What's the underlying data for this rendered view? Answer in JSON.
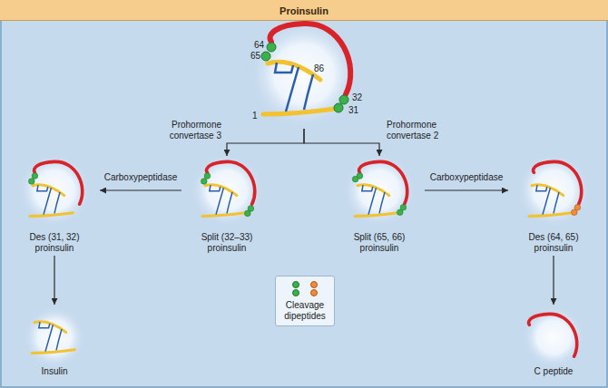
{
  "diagram": {
    "title": "Proinsulin",
    "nodes": [
      {
        "text": [
          "64",
          "65",
          "86",
          "32",
          "31",
          "1"
        ]
      },
      {
        "text": [
          "Split (32–33) proinsulin"
        ]
      },
      {
        "text": [
          "Split (65, 66) proinsulin"
        ]
      },
      {
        "text": [
          "Des (31, 32) proinsulin"
        ]
      },
      {
        "text": [
          "Des (64, 65) proinsulin"
        ]
      },
      {
        "text": [
          "Insulin"
        ]
      },
      {
        "text": [
          "C peptide"
        ]
      }
    ],
    "edges": [
      {
        "from": 0,
        "to": 1,
        "label": "Prohormone convertase 3",
        "arrow": "to"
      },
      {
        "from": 0,
        "to": 2,
        "label": "Prohormone convertase 2",
        "arrow": "to"
      },
      {
        "from": 1,
        "to": 3,
        "label": "Carboxypeptidase",
        "arrow": "to"
      },
      {
        "from": 2,
        "to": 4,
        "label": "Carboxypeptidase",
        "arrow": "to"
      },
      {
        "from": 3,
        "to": 5,
        "arrow": "to"
      },
      {
        "from": 4,
        "to": 6,
        "arrow": "to"
      }
    ],
    "legend": [
      {
        "text": "Cleavage dipeptides"
      }
    ]
  }
}
